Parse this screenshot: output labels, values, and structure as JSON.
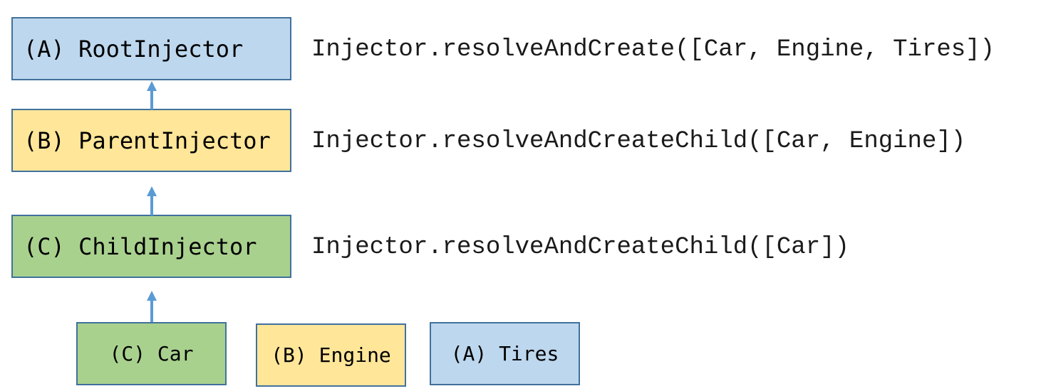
{
  "colors": {
    "root_fill": "#bdd7ee",
    "parent_fill": "#ffe699",
    "child_fill": "#a9d18e",
    "border": "#41719c",
    "arrow": "#5b9bd5"
  },
  "injectors": {
    "root": {
      "label": "(A) RootInjector",
      "code": "Injector.resolveAndCreate([Car, Engine, Tires])"
    },
    "parent": {
      "label": "(B) ParentInjector",
      "code": "Injector.resolveAndCreateChild([Car, Engine])"
    },
    "child": {
      "label": "(C) ChildInjector",
      "code": "Injector.resolveAndCreateChild([Car])"
    }
  },
  "dependencies": {
    "car": "(C) Car",
    "engine": "(B) Engine",
    "tires": "(A) Tires"
  }
}
